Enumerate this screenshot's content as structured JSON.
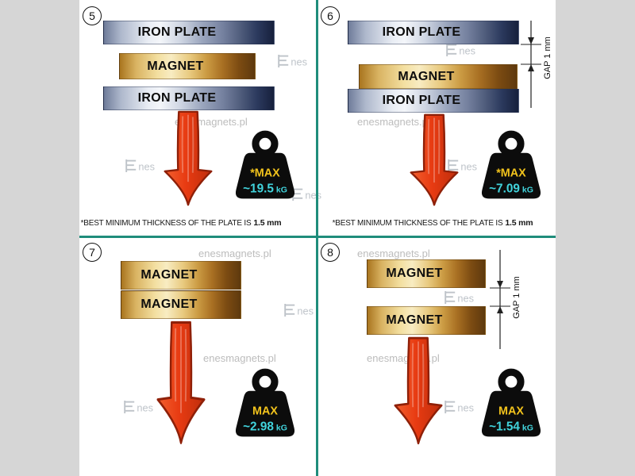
{
  "watermark": {
    "url": "enesmagnets.pl",
    "logo_text": "nes"
  },
  "colors": {
    "divider": "#1f8d7b",
    "arrow": "#e83b12",
    "weight_max": "#f2c31c",
    "weight_value": "#41d3dc"
  },
  "panel5": {
    "number": "5",
    "bars": {
      "top": "IRON PLATE",
      "mid": "MAGNET",
      "bottom": "IRON PLATE"
    },
    "weight": {
      "max": "*MAX",
      "value": "~19.5",
      "unit": "kG"
    },
    "footnote": {
      "text": "*BEST MINIMUM THICKNESS OF THE PLATE IS",
      "bold": "1.5 mm"
    }
  },
  "panel6": {
    "number": "6",
    "bars": {
      "top": "IRON PLATE",
      "mid": "MAGNET",
      "bottom": "IRON PLATE"
    },
    "gap_label": "GAP 1 mm",
    "weight": {
      "max": "*MAX",
      "value": "~7.09",
      "unit": "kG"
    },
    "footnote": {
      "text": "*BEST MINIMUM THICKNESS OF THE PLATE IS",
      "bold": "1.5 mm"
    }
  },
  "panel7": {
    "number": "7",
    "bars": {
      "top": "MAGNET",
      "bottom": "MAGNET"
    },
    "weight": {
      "max": "MAX",
      "value": "~2.98",
      "unit": "kG"
    }
  },
  "panel8": {
    "number": "8",
    "bars": {
      "top": "MAGNET",
      "bottom": "MAGNET"
    },
    "gap_label": "GAP 1 mm",
    "weight": {
      "max": "MAX",
      "value": "~1.54",
      "unit": "kG"
    }
  }
}
